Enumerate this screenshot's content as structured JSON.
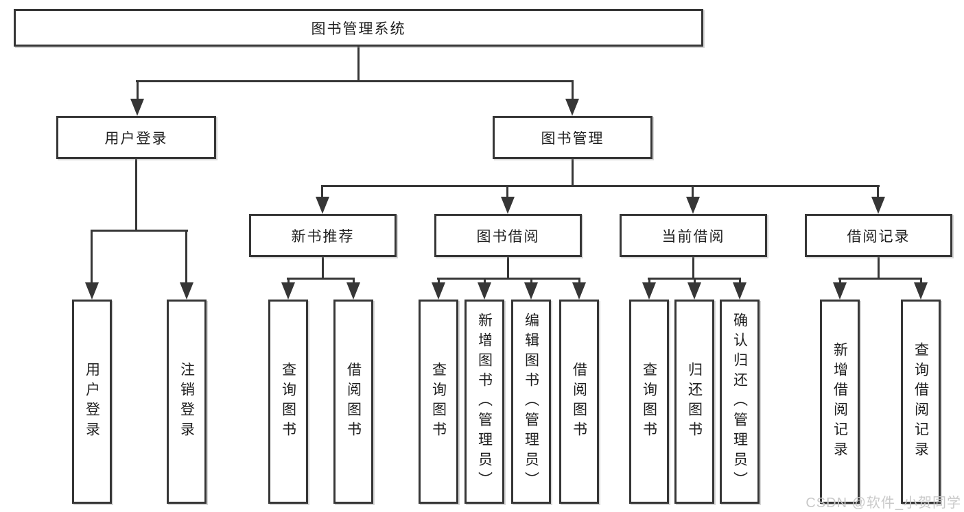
{
  "diagram": {
    "root": "图书管理系统",
    "login_branch": {
      "label": "用户登录",
      "children": [
        "用户登录",
        "注销登录"
      ]
    },
    "mgmt_branch": {
      "label": "图书管理"
    },
    "sections": [
      {
        "label": "新书推荐",
        "children": [
          "查询图书",
          "借阅图书"
        ]
      },
      {
        "label": "图书借阅",
        "children": [
          "查询图书",
          "新增图书（管理员）",
          "编辑图书（管理员）",
          "借阅图书"
        ]
      },
      {
        "label": "当前借阅",
        "children": [
          "查询图书",
          "归还图书",
          "确认归还（管理员）"
        ]
      },
      {
        "label": "借阅记录",
        "children": [
          "新增借阅记录",
          "查询借阅记录"
        ]
      }
    ]
  },
  "watermark": "CSDN @软件_小贺同学",
  "colors": {
    "line": "#363636",
    "text": "#1f1f1f",
    "watermark": "#c9c9c9",
    "background": "#ffffff"
  }
}
